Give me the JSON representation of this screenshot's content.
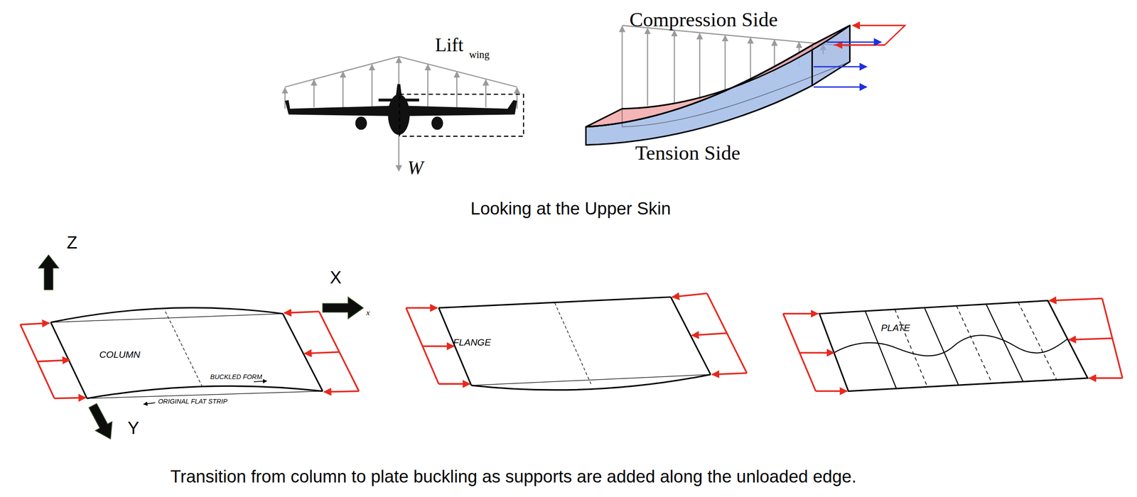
{
  "diagram": {
    "caption": "Transition from column to plate buckling as supports are added along the unloaded edge.",
    "labels": [
      "Lift",
      "wing",
      "W",
      "Compression Side",
      "Tension Side",
      "Looking at the Upper Skin",
      "Z",
      "X",
      "x",
      "Y",
      "COLUMN",
      "BUCKLED FORM",
      "ORIGINAL FLAT STRIP",
      "FLANGE",
      "PLATE"
    ]
  }
}
